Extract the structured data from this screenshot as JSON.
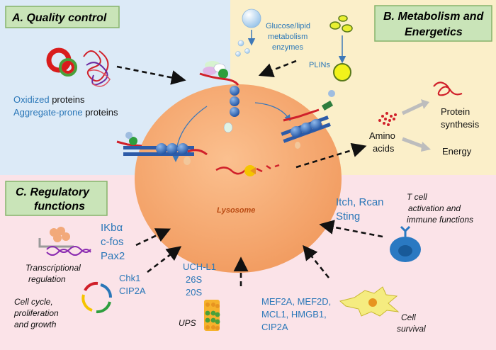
{
  "colors": {
    "panel_a": "#dceaf7",
    "panel_b": "#fbefc9",
    "panel_c": "#fbe3e8",
    "header_fill": "#c9e4b8",
    "lysosome": "#f7a86e",
    "blue_text": "#2a77b8"
  },
  "panel_a": {
    "title": "A. Quality control",
    "oxidized": "Oxidized",
    "aggregate_prone": "Aggregate-prone",
    "proteins_1": " proteins",
    "proteins_2": " proteins"
  },
  "panel_b": {
    "title_line1": "B. Metabolism and",
    "title_line2": "Energetics",
    "enzymes_line1": "Glucose/lipid",
    "enzymes_line2": "metabolism",
    "enzymes_line3": "enzymes",
    "plins": "PLINs",
    "amino_line1": "Amino",
    "amino_line2": "acids",
    "protein_synthesis_line1": "Protein",
    "protein_synthesis_line2": "synthesis",
    "energy": "Energy"
  },
  "lysosome": {
    "label": "Lysosome"
  },
  "panel_c": {
    "title_line1": "C. Regulatory",
    "title_line2": "functions",
    "ikba": "IKbα",
    "cfos": "c-fos",
    "pax2": "Pax2",
    "transcriptional_line1": "Transcriptional",
    "transcriptional_line2": "regulation",
    "chk1": "Chk1",
    "cip2a": "CIP2A",
    "cellcycle_line1": "Cell cycle,",
    "cellcycle_line2": "proliferation",
    "cellcycle_line3": "and growth",
    "uchl1": "UCH-L1",
    "s26": "26S",
    "s20": "20S",
    "ups": "UPS",
    "mef_line1": "MEF2A, MEF2D,",
    "mef_line2": "MCL1, HMGB1,",
    "mef_line3": "CIP2A",
    "cell_survival_line1": "Cell",
    "cell_survival_line2": "survival",
    "itch_line1": "Itch, Rcan",
    "itch_line2": "Sting",
    "tcell_line1": "T cell",
    "tcell_line2": "activation and",
    "tcell_line3": "immune functions"
  }
}
